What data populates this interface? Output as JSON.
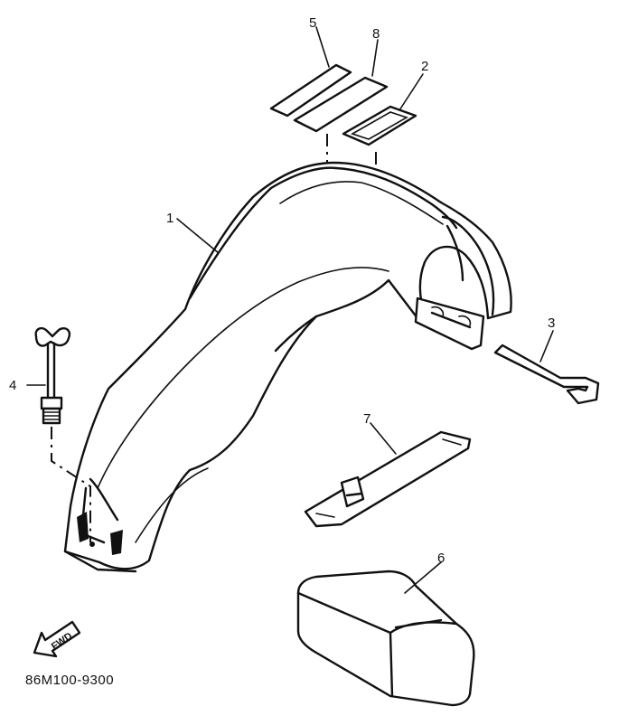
{
  "callouts": {
    "c1": "1",
    "c2": "2",
    "c3": "3",
    "c4": "4",
    "c5": "5",
    "c6": "6",
    "c7": "7",
    "c8": "8"
  },
  "fwd_label": "FWD",
  "diagram_code": "86M100-9300"
}
